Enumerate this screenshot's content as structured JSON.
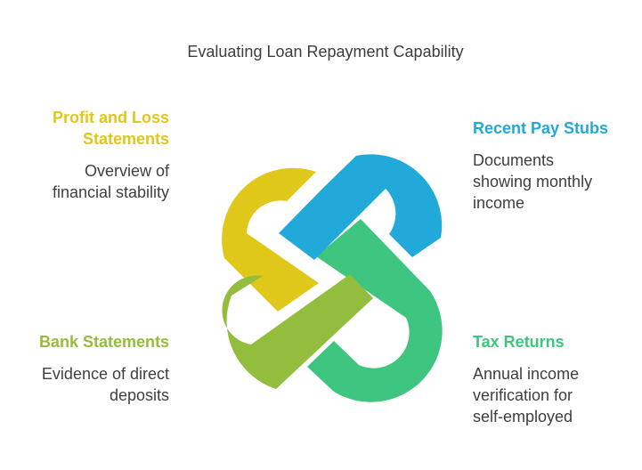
{
  "title": "Evaluating Loan Repayment Capability",
  "items": [
    {
      "heading": [
        "Profit and Loss",
        "Statements"
      ],
      "description": [
        "Overview of",
        "financial stability"
      ],
      "color": "#dfc81a"
    },
    {
      "heading": [
        "Recent Pay Stubs"
      ],
      "description": [
        "Documents",
        "showing monthly",
        "income"
      ],
      "color": "#21a9d9"
    },
    {
      "heading": [
        "Bank Statements"
      ],
      "description": [
        "Evidence of direct",
        "deposits"
      ],
      "color": "#93bd3c"
    },
    {
      "heading": [
        "Tax Returns"
      ],
      "description": [
        "Annual income",
        "verification for",
        "self-employed"
      ],
      "color": "#3ec580"
    }
  ],
  "icon": "interlocking-loops-knot"
}
